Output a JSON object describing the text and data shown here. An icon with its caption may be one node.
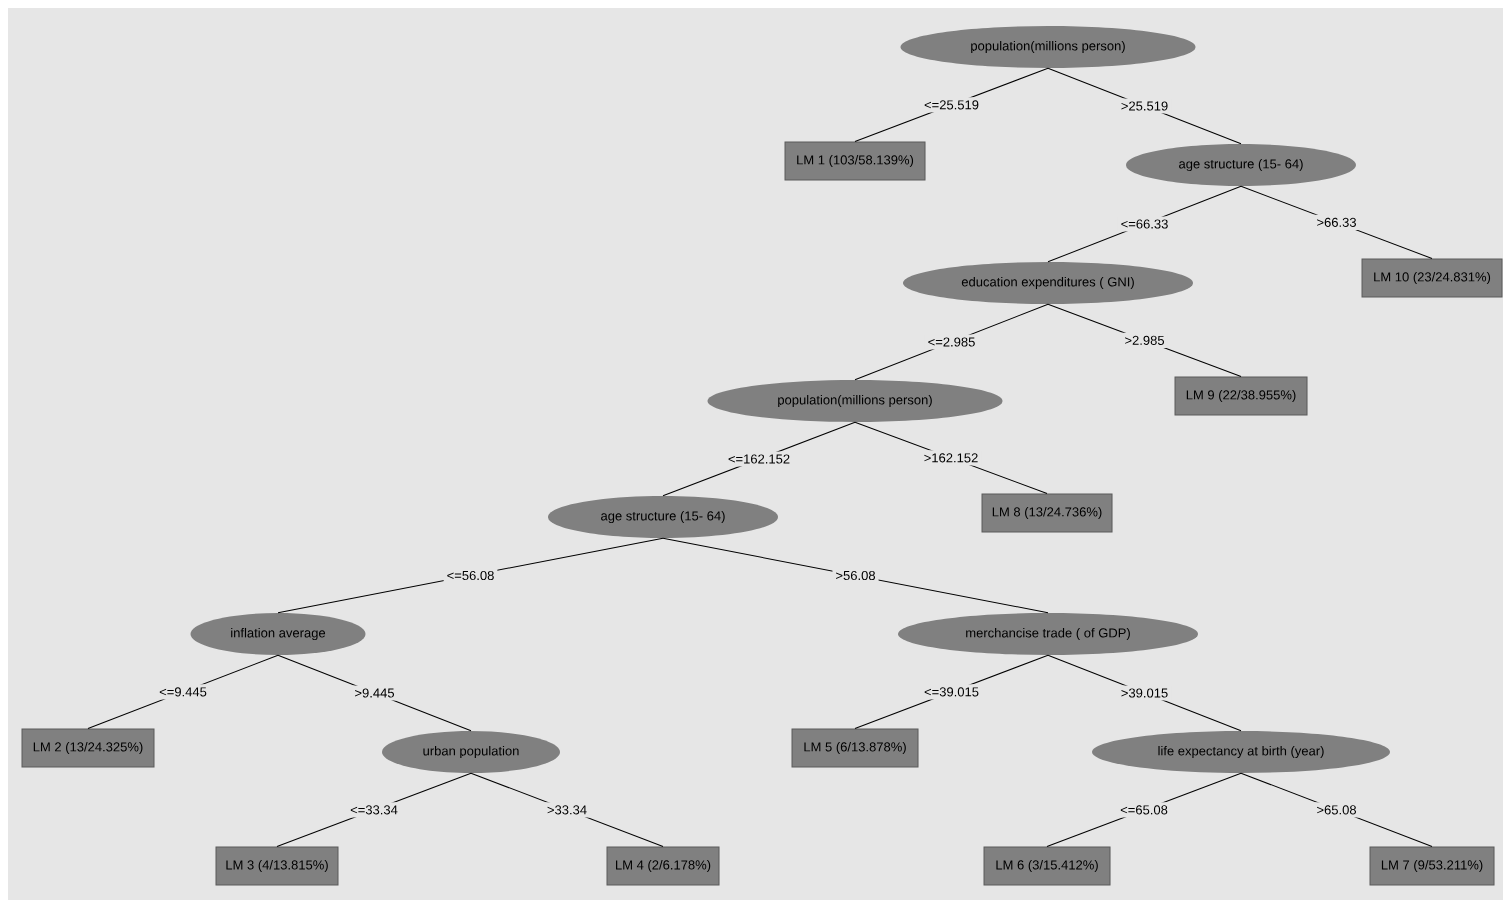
{
  "diagram": {
    "nodes": [
      {
        "text": [
          "population(millions person)"
        ]
      },
      {
        "text": [
          "LM 1 (103/58.139%)"
        ]
      },
      {
        "text": [
          "age structure (15- 64)"
        ]
      },
      {
        "text": [
          "LM 10 (23/24.831%)"
        ]
      },
      {
        "text": [
          "education expenditures ( GNI)"
        ]
      },
      {
        "text": [
          "LM 9 (22/38.955%)"
        ]
      },
      {
        "text": [
          "population(millions person)"
        ]
      },
      {
        "text": [
          "LM 8 (13/24.736%)"
        ]
      },
      {
        "text": [
          "age structure (15- 64)"
        ]
      },
      {
        "text": [
          "inflation average"
        ]
      },
      {
        "text": [
          "merchancise trade ( of GDP)"
        ]
      },
      {
        "text": [
          "LM 2 (13/24.325%)"
        ]
      },
      {
        "text": [
          "urban population"
        ]
      },
      {
        "text": [
          "LM 5 (6/13.878%)"
        ]
      },
      {
        "text": [
          "life expectancy at birth (year)"
        ]
      },
      {
        "text": [
          "LM 3 (4/13.815%)"
        ]
      },
      {
        "text": [
          "LM 4 (2/6.178%)"
        ]
      },
      {
        "text": [
          "LM 6 (3/15.412%)"
        ]
      },
      {
        "text": [
          "LM 7 (9/53.211%)"
        ]
      }
    ],
    "edges": [
      {
        "from": 0,
        "to": 1,
        "arrow": "none",
        "label": "<=25.519"
      },
      {
        "from": 0,
        "to": 2,
        "arrow": "none",
        "label": ">25.519"
      },
      {
        "from": 2,
        "to": 4,
        "arrow": "none",
        "label": "<=66.33"
      },
      {
        "from": 2,
        "to": 3,
        "arrow": "none",
        "label": ">66.33"
      },
      {
        "from": 4,
        "to": 6,
        "arrow": "none",
        "label": "<=2.985"
      },
      {
        "from": 4,
        "to": 5,
        "arrow": "none",
        "label": ">2.985"
      },
      {
        "from": 6,
        "to": 8,
        "arrow": "none",
        "label": "<=162.152"
      },
      {
        "from": 6,
        "to": 7,
        "arrow": "none",
        "label": ">162.152"
      },
      {
        "from": 8,
        "to": 9,
        "arrow": "none",
        "label": "<=56.08"
      },
      {
        "from": 8,
        "to": 10,
        "arrow": "none",
        "label": ">56.08"
      },
      {
        "from": 9,
        "to": 11,
        "arrow": "none",
        "label": "<=9.445"
      },
      {
        "from": 9,
        "to": 12,
        "arrow": "none",
        "label": ">9.445"
      },
      {
        "from": 12,
        "to": 15,
        "arrow": "none",
        "label": "<=33.34"
      },
      {
        "from": 12,
        "to": 16,
        "arrow": "none",
        "label": ">33.34"
      },
      {
        "from": 10,
        "to": 13,
        "arrow": "none",
        "label": "<=39.015"
      },
      {
        "from": 10,
        "to": 14,
        "arrow": "none",
        "label": ">39.015"
      },
      {
        "from": 14,
        "to": 17,
        "arrow": "none",
        "label": "<=65.08"
      },
      {
        "from": 14,
        "to": 18,
        "arrow": "none",
        "label": ">65.08"
      }
    ]
  }
}
